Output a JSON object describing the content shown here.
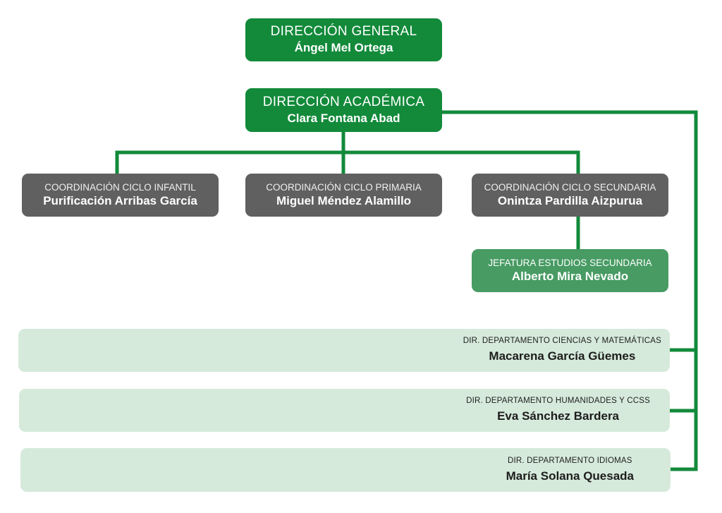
{
  "direccion_general": {
    "title": "DIRECCIÓN GENERAL",
    "name": "Ángel Mel Ortega"
  },
  "direccion_academica": {
    "title": "DIRECCIÓN ACADÉMICA",
    "name": "Clara Fontana Abad"
  },
  "coordinaciones": [
    {
      "title": "COORDINACIÓN CICLO INFANTIL",
      "name": "Purificación Arribas García"
    },
    {
      "title": "COORDINACIÓN CICLO PRIMARIA",
      "name": "Miguel Méndez Alamillo"
    },
    {
      "title": "COORDINACIÓN CICLO SECUNDARIA",
      "name": "Onintza Pardilla Aizpurua"
    }
  ],
  "jefatura": {
    "title": "JEFATURA ESTUDIOS SECUNDARIA",
    "name": "Alberto Mira Nevado"
  },
  "departamentos": [
    {
      "title": "DIR. DEPARTAMENTO CIENCIAS Y MATEMÁTICAS",
      "name": "Macarena García Güemes"
    },
    {
      "title": "DIR. DEPARTAMENTO HUMANIDADES Y CCSS",
      "name": "Eva Sánchez Bardera"
    },
    {
      "title": "DIR. DEPARTAMENTO IDIOMAS",
      "name": "María Solana Quesada"
    }
  ],
  "colors": {
    "primary_green": "#128a3a",
    "grey": "#606060",
    "secondary_green": "#479b63",
    "pale_green": "#d6eadb",
    "connector": "#128a3a"
  }
}
